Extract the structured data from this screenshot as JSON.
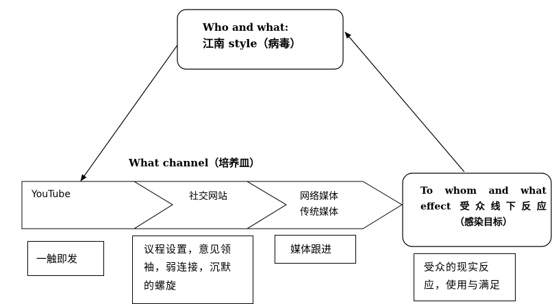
{
  "who": {
    "label": "Who and what:",
    "subject": "江南 style（病毒）"
  },
  "channel": {
    "label": "What channel（培养皿）"
  },
  "stages": [
    {
      "lines": [
        "YouTube"
      ]
    },
    {
      "lines": [
        "社交网站"
      ]
    },
    {
      "lines": [
        "网络媒体",
        "传统媒体"
      ]
    }
  ],
  "effect": {
    "line1": "To whom and what",
    "line2": "effect 受众线下反应",
    "line3": "（感染目标）"
  },
  "notes": {
    "n1": "一触即发",
    "n2_l1": "议程设置，意见领",
    "n2_l2": "袖，弱连接，沉默",
    "n2_l3": "的螺旋",
    "n3": "媒体跟进",
    "n4_l1": "受众的现实反",
    "n4_l2": "应，使用与满足"
  }
}
